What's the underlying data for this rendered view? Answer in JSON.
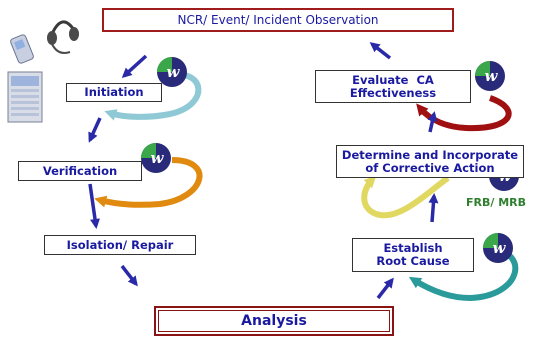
{
  "header": {
    "title": "NCR/ Event/ Incident Observation"
  },
  "steps": {
    "initiation": "Initiation",
    "verification": "Verification",
    "isolation": "Isolation/ Repair",
    "analysis": "Analysis",
    "establish_line1": "Establish",
    "establish_line2": "Root Cause",
    "determine_line1": "Determine and Incorporate",
    "determine_line2": "of Corrective Action",
    "evaluate_line1": "Evaluate  CA",
    "evaluate_line2": "Effectiveness"
  },
  "badges": {
    "frb_mrb": "FRB/ MRB",
    "logo_letter": "w"
  },
  "colors": {
    "arrow": "#2a2aa8",
    "loop_teal": "#2a9a9a",
    "loop_orange": "#e08a10",
    "loop_yellow": "#d8d840",
    "loop_red": "#a01010",
    "loop_lightblue": "#8fc9d6",
    "frame_red": "#a01b1b"
  },
  "icons": [
    "pda-icon",
    "headset-icon",
    "monitor-screen-icon",
    "logo-badge-icon"
  ]
}
